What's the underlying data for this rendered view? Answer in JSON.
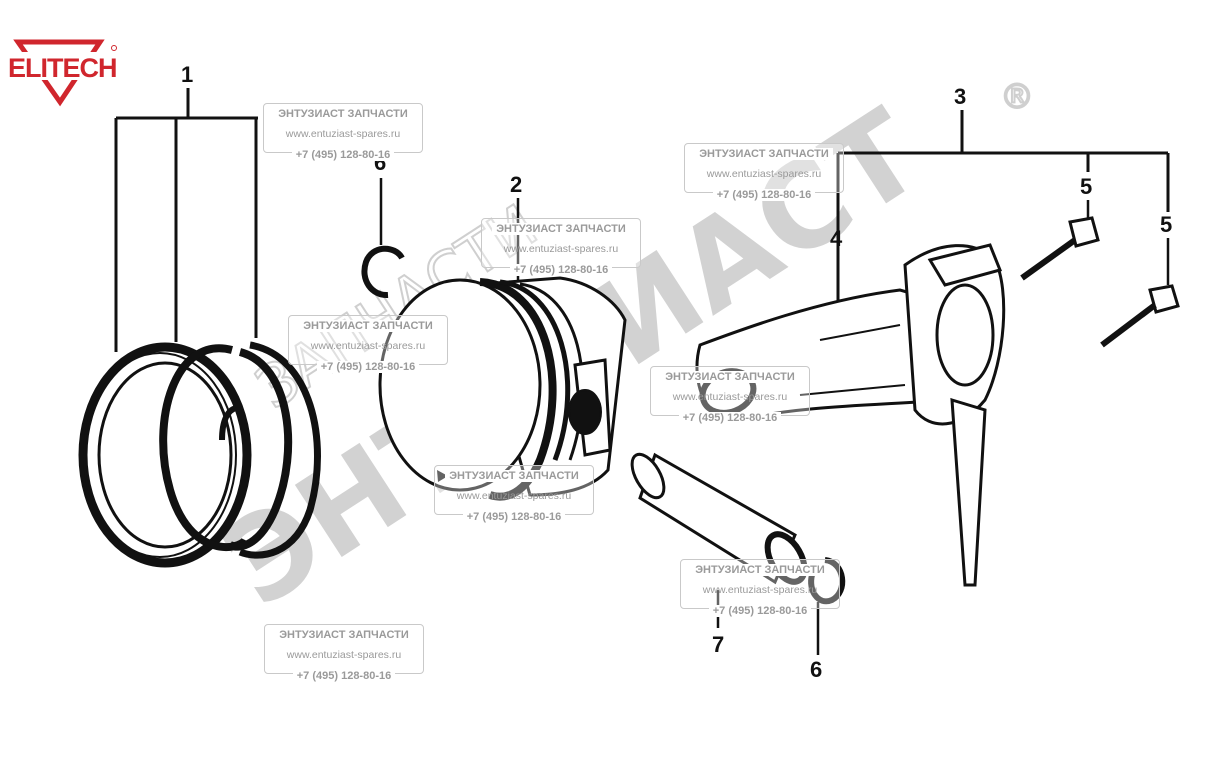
{
  "brand": {
    "logo_text": "ELITECH",
    "logo_color": "#d0262d"
  },
  "watermark": {
    "big_text": "ЭНТУЗИАСТ",
    "big_text_outline": "ЗАПЧАСТИ",
    "registered": "®",
    "box_title": "ЭНТУЗИАСТ ЗАПЧАСТИ",
    "box_url": "www.entuziast-spares.ru",
    "box_phone": "+7 (495) 128-80-16"
  },
  "callouts": {
    "c1": "1",
    "c2": "2",
    "c3": "3",
    "c4": "4",
    "c5a": "5",
    "c5b": "5",
    "c6a": "6",
    "c6b": "6",
    "c7": "7"
  }
}
